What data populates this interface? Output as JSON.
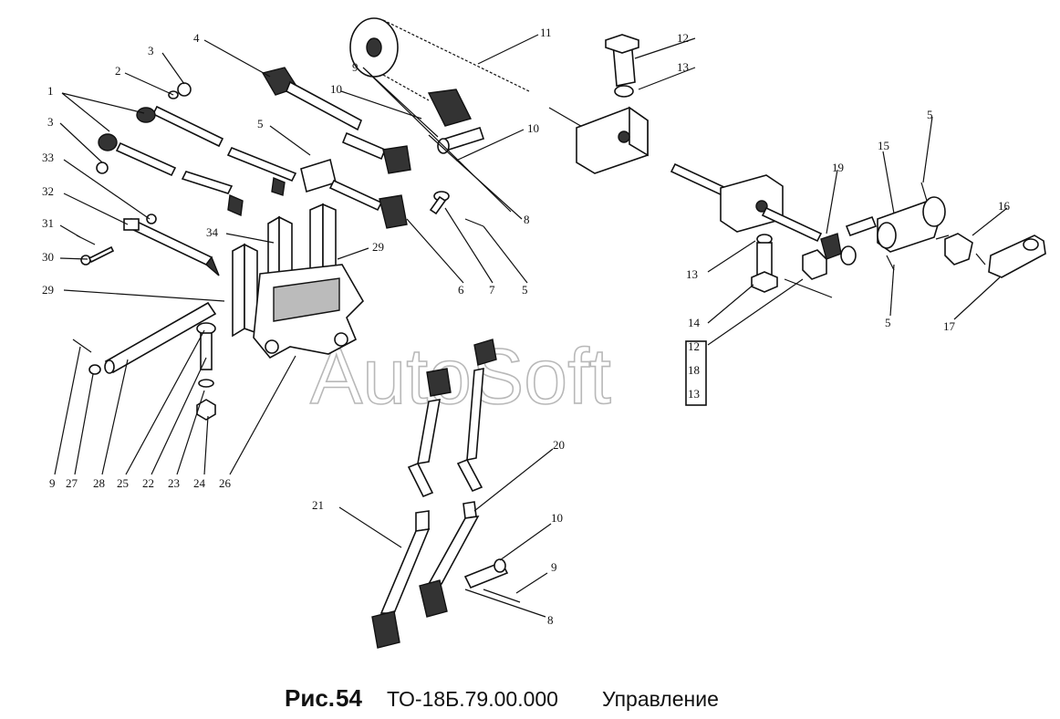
{
  "caption": {
    "prefix": "Рис.",
    "number": "54",
    "code": "ТО-18Б.79.00.000",
    "title": "Управление"
  },
  "watermark": "AutoSoft",
  "callouts": [
    {
      "id": "c-1",
      "text": "1"
    },
    {
      "id": "c-2",
      "text": "2"
    },
    {
      "id": "c-3a",
      "text": "3"
    },
    {
      "id": "c-3b",
      "text": "3"
    },
    {
      "id": "c-33",
      "text": "33"
    },
    {
      "id": "c-32",
      "text": "32"
    },
    {
      "id": "c-31",
      "text": "31"
    },
    {
      "id": "c-30",
      "text": "30"
    },
    {
      "id": "c-29a",
      "text": "29"
    },
    {
      "id": "c-4",
      "text": "4"
    },
    {
      "id": "c-5a",
      "text": "5"
    },
    {
      "id": "c-34",
      "text": "34"
    },
    {
      "id": "c-29b",
      "text": "29"
    },
    {
      "id": "c-9a",
      "text": "9"
    },
    {
      "id": "c-10a",
      "text": "10"
    },
    {
      "id": "c-11",
      "text": "11"
    },
    {
      "id": "c-10b",
      "text": "10"
    },
    {
      "id": "c-8a",
      "text": "8"
    },
    {
      "id": "c-6",
      "text": "6"
    },
    {
      "id": "c-7",
      "text": "7"
    },
    {
      "id": "c-5b",
      "text": "5"
    },
    {
      "id": "c-12",
      "text": "12"
    },
    {
      "id": "c-13a",
      "text": "13"
    },
    {
      "id": "c-5c",
      "text": "5"
    },
    {
      "id": "c-15",
      "text": "15"
    },
    {
      "id": "c-19",
      "text": "19"
    },
    {
      "id": "c-16",
      "text": "16"
    },
    {
      "id": "c-13b",
      "text": "13"
    },
    {
      "id": "c-14",
      "text": "14"
    },
    {
      "id": "c-12b",
      "text": "12"
    },
    {
      "id": "c-18",
      "text": "18"
    },
    {
      "id": "c-13c",
      "text": "13"
    },
    {
      "id": "c-5d",
      "text": "5"
    },
    {
      "id": "c-17",
      "text": "17"
    },
    {
      "id": "c-9b",
      "text": "9"
    },
    {
      "id": "c-27",
      "text": "27"
    },
    {
      "id": "c-28",
      "text": "28"
    },
    {
      "id": "c-25",
      "text": "25"
    },
    {
      "id": "c-22",
      "text": "22"
    },
    {
      "id": "c-23",
      "text": "23"
    },
    {
      "id": "c-24",
      "text": "24"
    },
    {
      "id": "c-26",
      "text": "26"
    },
    {
      "id": "c-20",
      "text": "20"
    },
    {
      "id": "c-21",
      "text": "21"
    },
    {
      "id": "c-10c",
      "text": "10"
    },
    {
      "id": "c-9c",
      "text": "9"
    },
    {
      "id": "c-8b",
      "text": "8"
    }
  ]
}
